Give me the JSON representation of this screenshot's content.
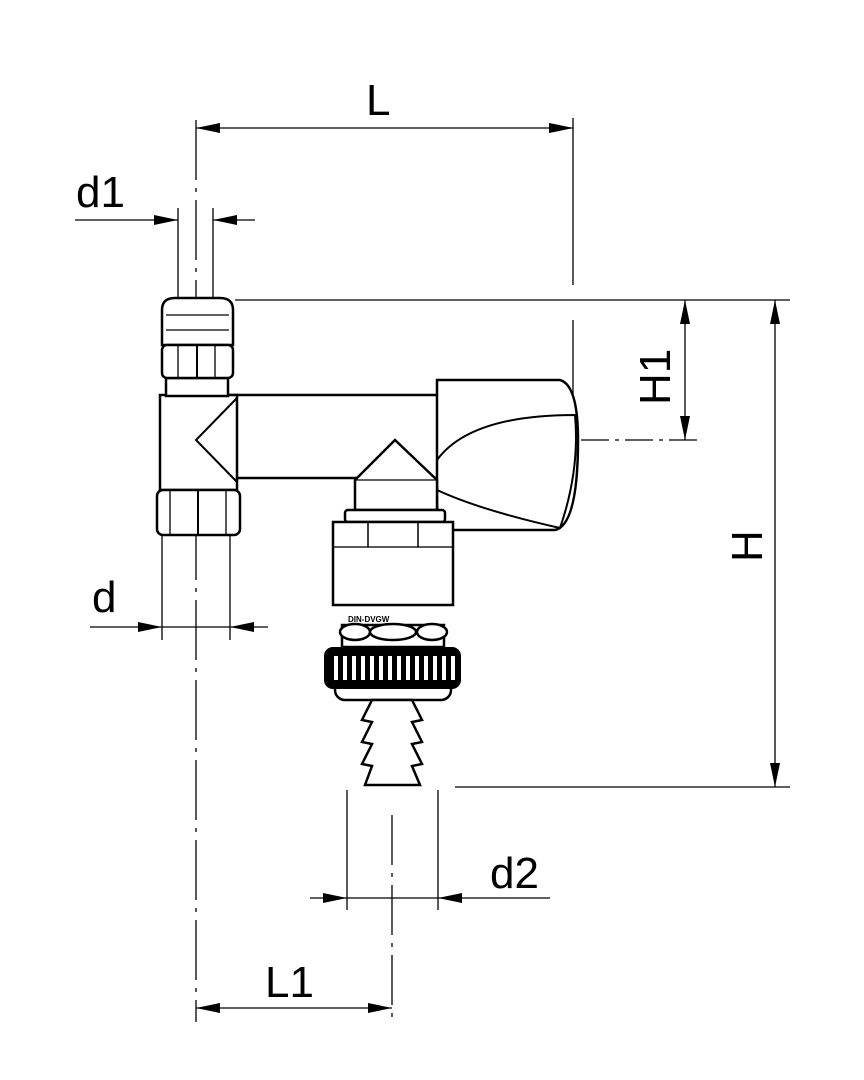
{
  "title": "Angle valve with hose connection - dimension drawing",
  "dimensions": {
    "L": "L",
    "L1": "L1",
    "H": "H",
    "H1": "H1",
    "d": "d",
    "d1": "d1",
    "d2": "d2"
  },
  "marking": "DIN-DVGW",
  "colors": {
    "line": "#000000",
    "background": "#ffffff"
  }
}
